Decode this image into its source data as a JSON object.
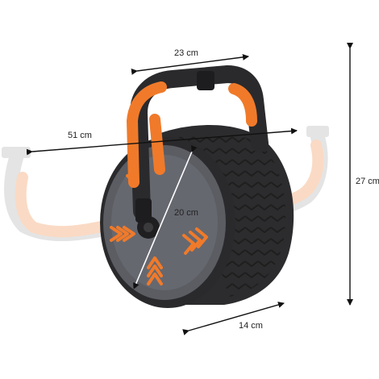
{
  "dimensions": {
    "width": "23 cm",
    "span_with_handles": "51 cm",
    "height": "27 cm",
    "wheel_diameter": "20 cm",
    "depth": "14 cm"
  },
  "colors": {
    "accent": "#f07a2a",
    "wheel_dark": "#2c2c2e",
    "wheel_face": "#5b5d62",
    "ghost_grey": "#cfcfcf",
    "ghost_orange": "#f6bd94"
  },
  "icons": {
    "product": "ab-roller-wheel-with-kettlebell-handle"
  }
}
